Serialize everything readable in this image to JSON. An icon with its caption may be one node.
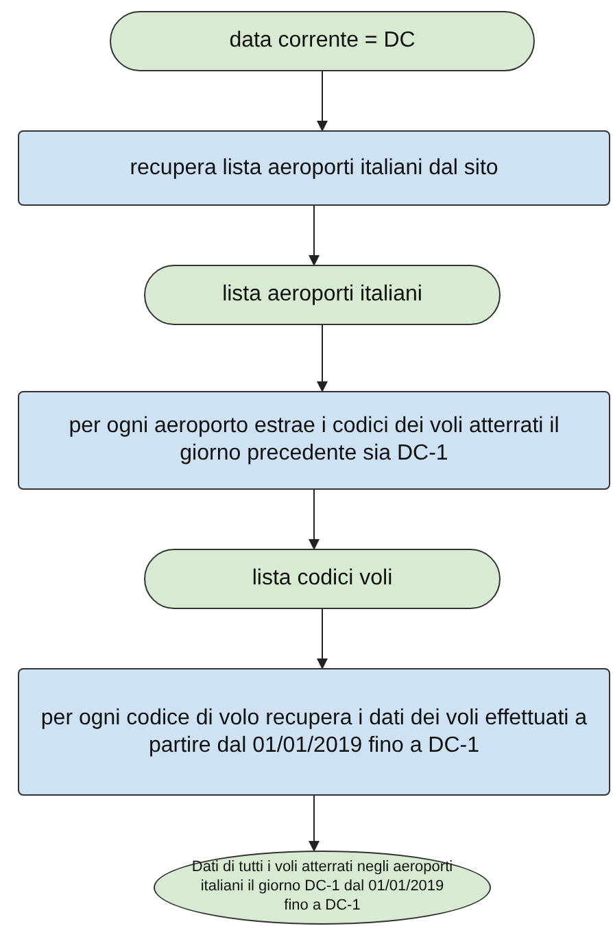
{
  "diagram": {
    "nodes": [
      {
        "text": [
          "data corrente = DC"
        ]
      },
      {
        "text": [
          "recupera lista aeroporti italiani dal sito"
        ]
      },
      {
        "text": [
          "lista aeroporti italiani"
        ]
      },
      {
        "text": [
          "per ogni aeroporto estrae i codici dei voli atterrati il giorno precedente sia DC-1"
        ]
      },
      {
        "text": [
          "lista codici voli"
        ]
      },
      {
        "text": [
          "per ogni codice di volo recupera i dati dei voli effettuati a partire dal 01/01/2019 fino a DC-1"
        ]
      },
      {
        "text": [
          "Dati di tutti i voli atterrati negli aeroporti italiani il giorno DC-1 dal 01/01/2019 fino a DC-1"
        ]
      }
    ],
    "edges": [
      {
        "from": 0,
        "to": 1,
        "arrow": "to"
      },
      {
        "from": 1,
        "to": 2,
        "arrow": "to"
      },
      {
        "from": 2,
        "to": 3,
        "arrow": "to"
      },
      {
        "from": 3,
        "to": 4,
        "arrow": "to"
      },
      {
        "from": 4,
        "to": 5,
        "arrow": "to"
      },
      {
        "from": 5,
        "to": 6,
        "arrow": "to"
      }
    ]
  }
}
